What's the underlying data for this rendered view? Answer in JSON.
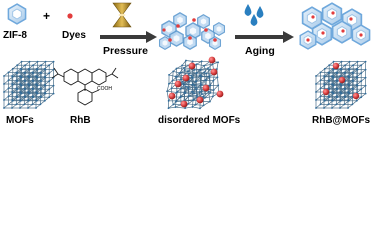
{
  "top_row": {
    "reactant_a": "ZIF-8",
    "plus_sign": "+",
    "reactant_b": "Dyes",
    "step_1": "Pressure",
    "step_2": "Aging"
  },
  "bottom_row": {
    "item_1": "MOFs",
    "item_2": "RhB",
    "item_3": "disordered MOFs",
    "item_4": "RhB@MOFs"
  },
  "molecule": {
    "group_label": "COOH"
  },
  "colors": {
    "zif_hex_fill": "#cfe4f6",
    "zif_hex_edge": "#6fa8dc",
    "dye_dot": "#e23c3c",
    "anvil": "#b8902a",
    "arrow": "#3a3a3a",
    "water_drop": "#2a7fc0",
    "lattice_line": "#4a6f8a",
    "lattice_node": "#2f6b9a",
    "dye_sphere": "#e04848"
  },
  "icons": [
    "hexagon-crystal-icon",
    "dye-dot-icon",
    "pressure-anvil-icon",
    "water-drops-icon",
    "arrow-icon",
    "lattice-icon",
    "rhb-molecule-icon"
  ]
}
